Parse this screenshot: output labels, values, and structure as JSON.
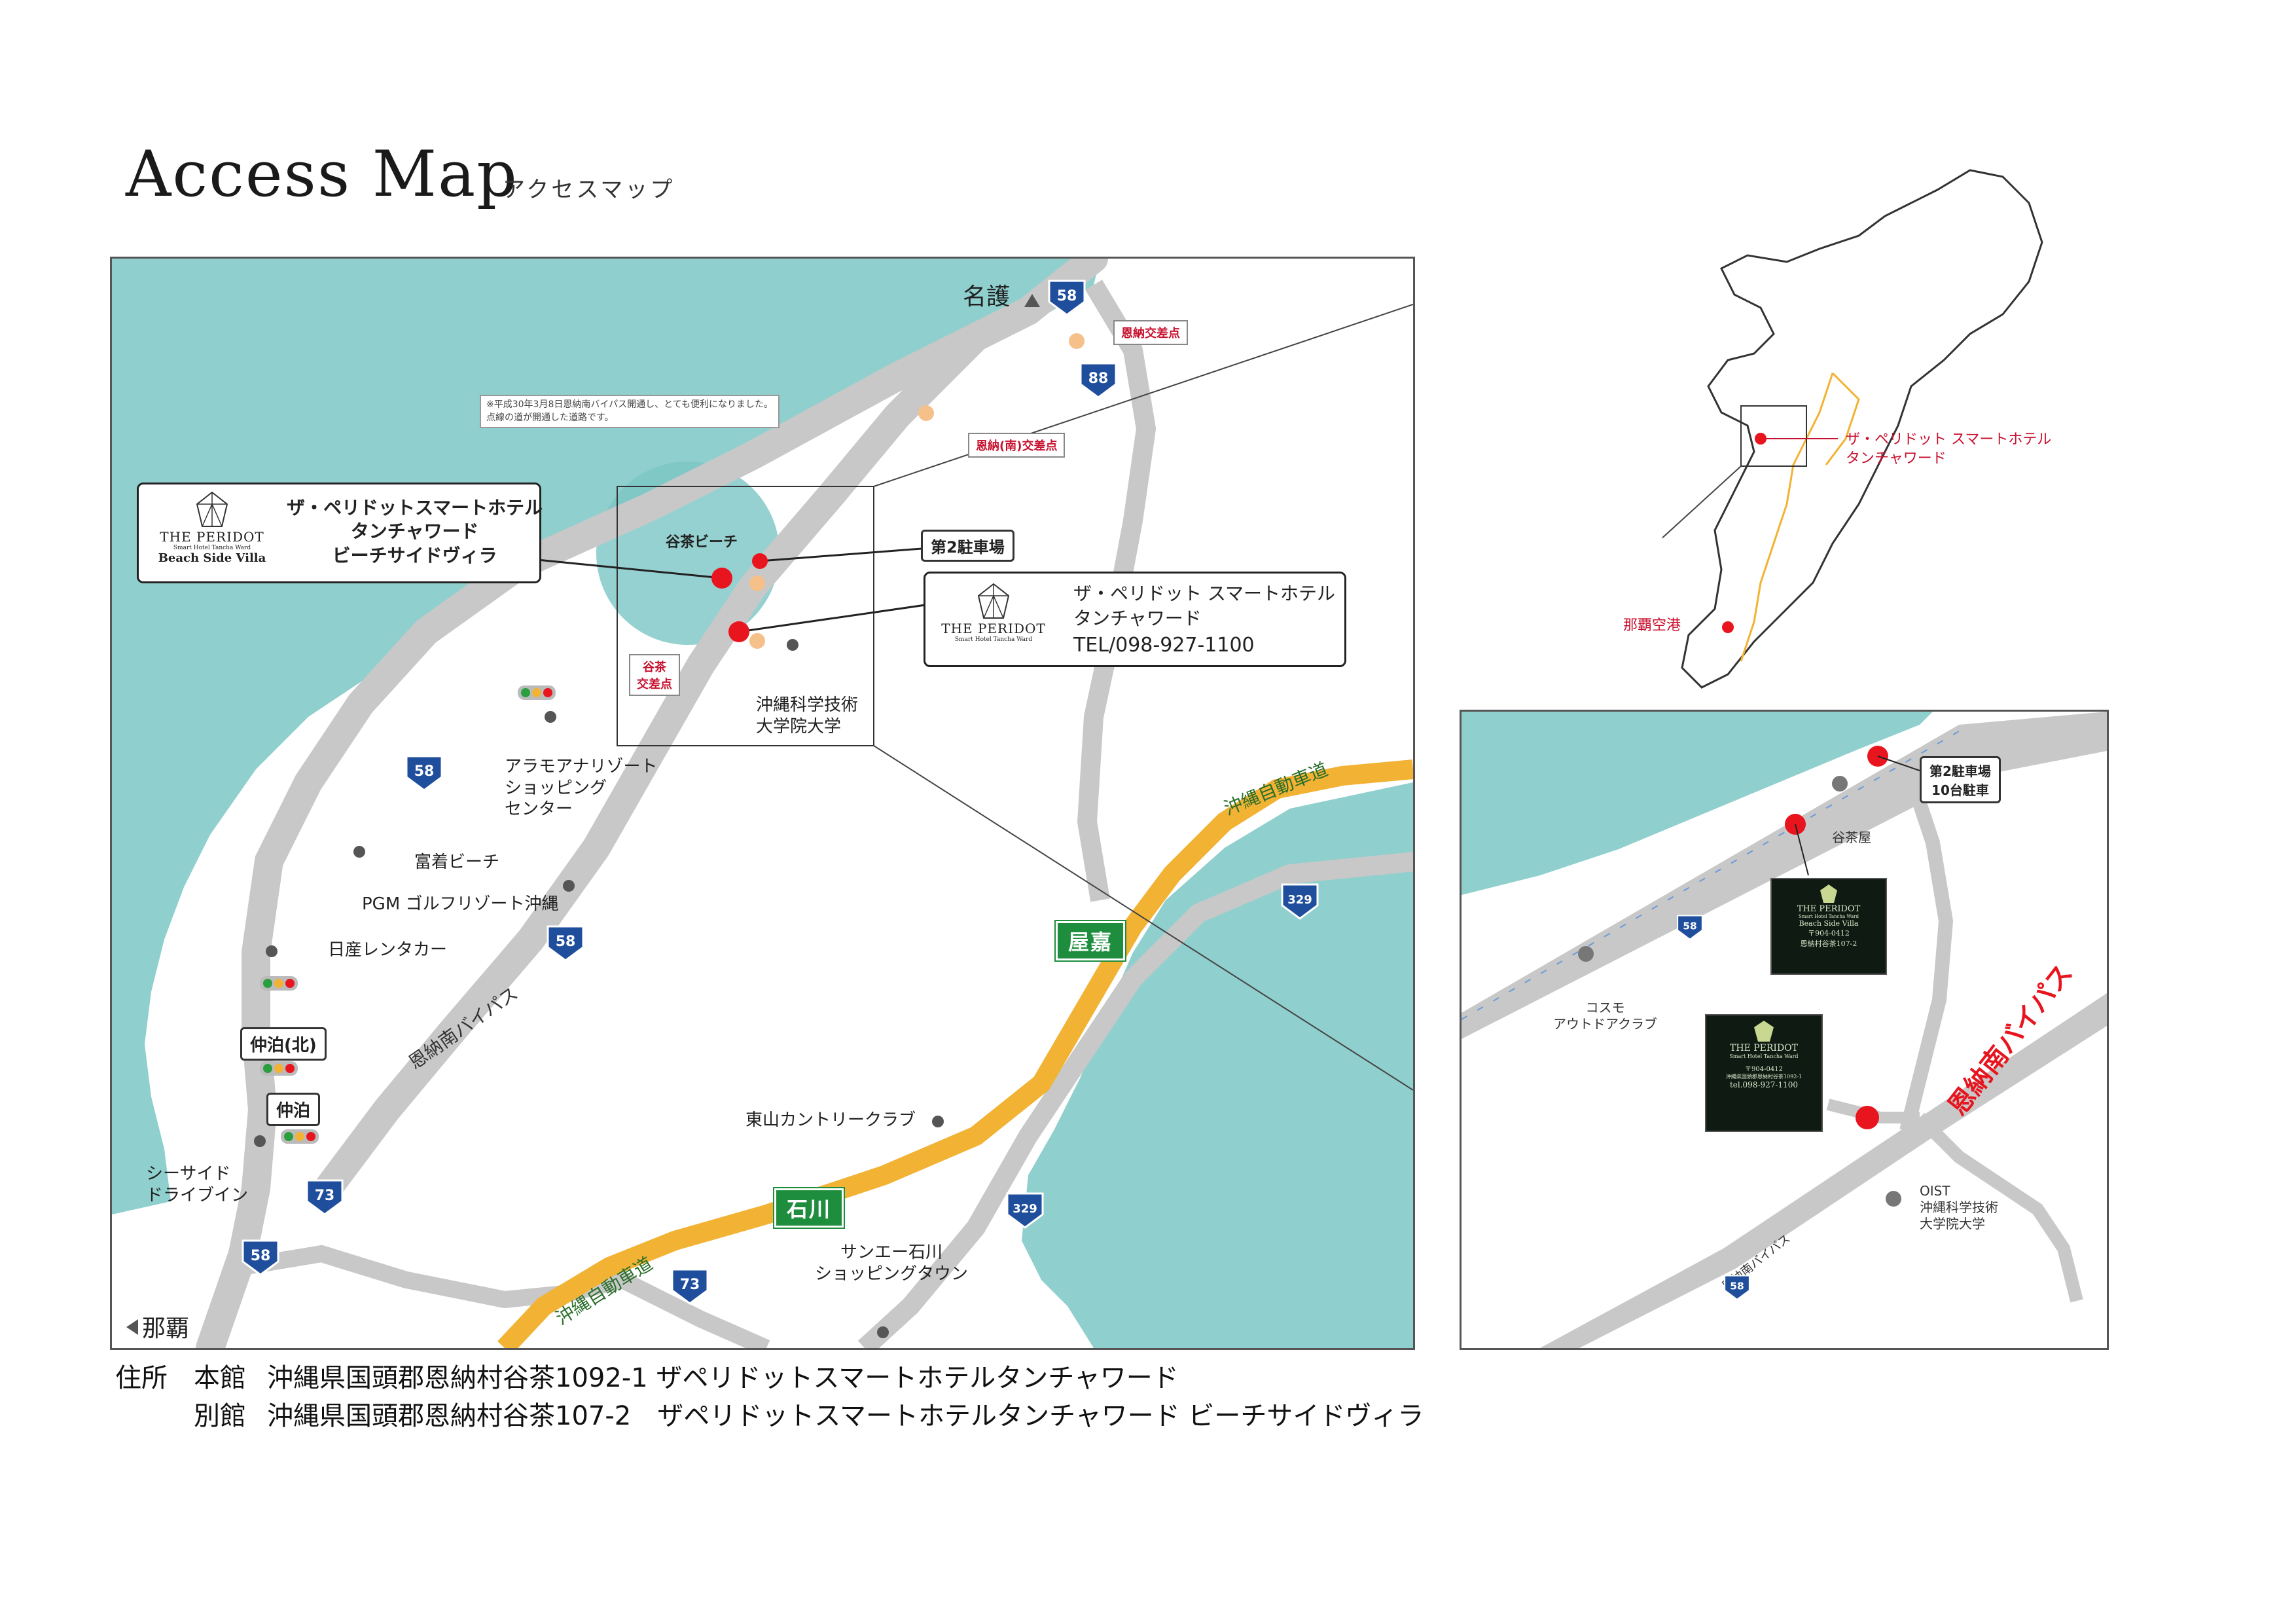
{
  "header": {
    "title": "Access Map",
    "subtitle": "アクセスマップ"
  },
  "main_map": {
    "places": {
      "nago": "名護",
      "naha": "那覇",
      "tancha_beach": "谷茶ビーチ",
      "oist": "沖縄科学技術\n大学院大学",
      "aramoana": "アラモアナリゾート\nショッピング\nセンター",
      "fucchaku": "富着ビーチ",
      "pgm": "PGM ゴルフリゾート沖縄",
      "nissan": "日産レンタカー",
      "seaside": "シーサイド\nドライブイン",
      "higashiyama": "東山カントリークラブ",
      "sanei": "サンエー石川\nショッピングタウン"
    },
    "intersections": {
      "onna": "恩納交差点",
      "onna_minami": "恩納(南)交差点",
      "tancha": "谷茶\n交差点",
      "nakadomari_north": "仲泊(北)",
      "nakadomari": "仲泊"
    },
    "note": "※平成30年3月8日恩納南バイパス開通し、とても便利になりました。\n点線の道が開通した道路です。",
    "parking2": "第2駐車場",
    "roads": {
      "expressway1": "沖縄自動車道",
      "expressway2": "沖縄自動車道",
      "bypass": "恩納南バイパス",
      "yaka": "屋嘉",
      "ishikawa": "石川"
    },
    "shields": {
      "r58a": "58",
      "r88": "88",
      "r58b": "58",
      "r58c": "58",
      "r58d": "58",
      "r73a": "73",
      "r73b": "73",
      "r329a": "329",
      "r329b": "329"
    },
    "villa_callout": {
      "logo": "THE PERIDOT",
      "logo_sub": "Smart Hotel Tancha Ward",
      "logo_tag": "Beach Side Villa",
      "name": "ザ・ペリドットスマートホテル\nタンチャワード\nビーチサイドヴィラ"
    },
    "main_callout": {
      "logo": "THE PERIDOT",
      "logo_sub": "Smart Hotel Tancha Ward",
      "name": "ザ・ペリドット スマートホテル\nタンチャワード",
      "tel": "TEL/098-927-1100"
    }
  },
  "island_map": {
    "hotel": "ザ・ペリドット スマートホテル\nタンチャワード",
    "airport": "那覇空港"
  },
  "detail_map": {
    "parking": "第2駐車場\n10台駐車",
    "tanchaya": "谷茶屋",
    "cosmo": "コスモ\nアウトドアクラブ",
    "oist": "OIST\n沖縄科学技術\n大学院大学",
    "bypass": "恩納南バイパス",
    "bypass_small": "恩納南バイパス",
    "r58a": "58",
    "r58b": "58",
    "villa_card": {
      "logo": "THE PERIDOT",
      "logo_sub": "Smart Hotel Tancha Ward",
      "tag": "Beach Side Villa",
      "postal": "〒904-0412",
      "addr": "恩納村谷茶107-2"
    },
    "main_card": {
      "logo": "THE PERIDOT",
      "logo_sub": "Smart Hotel Tancha Ward",
      "postal": "〒904-0412",
      "addr": "沖縄県国頭郡恩納村谷茶1092-1",
      "tel": "tel.098-927-1100"
    }
  },
  "address": {
    "label": "住所",
    "rows": [
      {
        "type": "本館",
        "text": "沖縄県国頭郡恩納村谷茶1092-1 ザペリドットスマートホテルタンチャワード"
      },
      {
        "type": "別館",
        "text": "沖縄県国頭郡恩納村谷茶107-2　ザペリドットスマートホテルタンチャワード ビーチサイドヴィラ"
      }
    ]
  },
  "colors": {
    "sea": "#8fcfcd",
    "road": "#c8c8c8",
    "expressway": "#f2b233",
    "hotel": "#e8141e",
    "sign_green": "#1e8e3e",
    "shield_blue": "#1f4e9c"
  }
}
